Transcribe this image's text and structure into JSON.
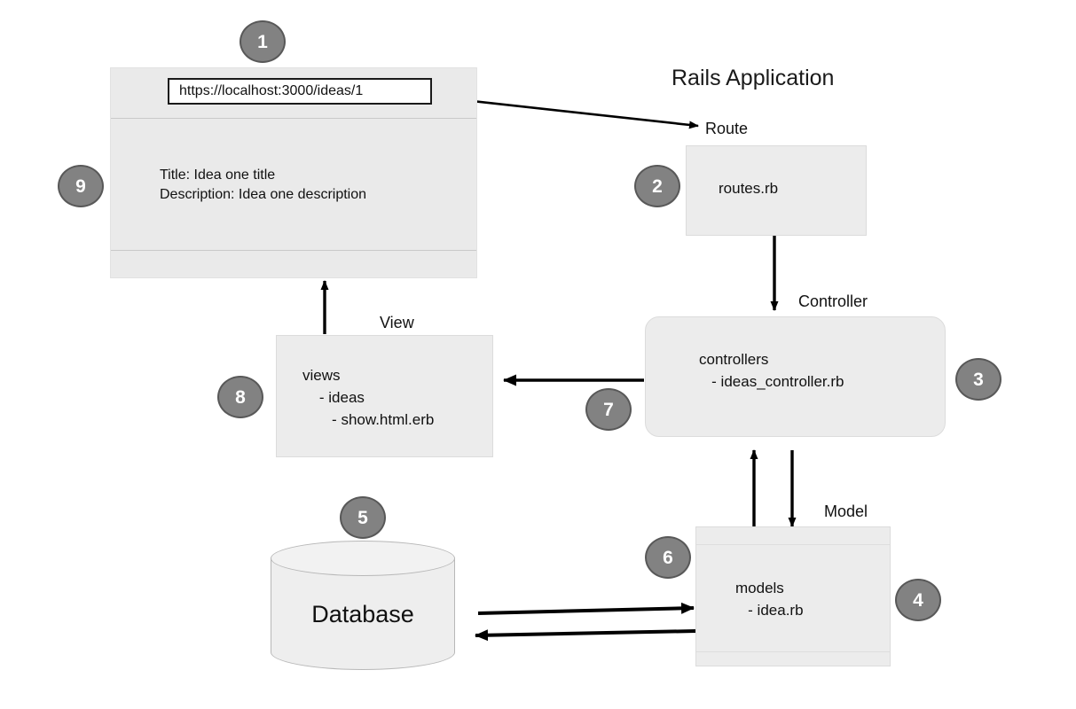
{
  "diagram": {
    "title": "Rails Application",
    "background_color": "#ffffff",
    "badge_color": "#828282",
    "badge_border_color": "#585858",
    "box_color": "#ececec",
    "browser_color": "#eaeaea"
  },
  "browser": {
    "url": "https://localhost:3000/ideas/1",
    "page_lines": "Title: Idea one title\nDescription: Idea one description"
  },
  "nodes": {
    "route": {
      "caption": "Route",
      "body": "routes.rb"
    },
    "controller": {
      "caption": "Controller",
      "body": "controllers\n   - ideas_controller.rb"
    },
    "view": {
      "caption": "View",
      "body": "views\n    - ideas\n       - show.html.erb"
    },
    "model": {
      "caption": "Model",
      "body": "models\n   - idea.rb"
    },
    "database": {
      "label": "Database"
    }
  },
  "badges": [
    {
      "id": "1",
      "label": "1"
    },
    {
      "id": "2",
      "label": "2"
    },
    {
      "id": "3",
      "label": "3"
    },
    {
      "id": "4",
      "label": "4"
    },
    {
      "id": "5",
      "label": "5"
    },
    {
      "id": "6",
      "label": "6"
    },
    {
      "id": "7",
      "label": "7"
    },
    {
      "id": "8",
      "label": "8"
    },
    {
      "id": "9",
      "label": "9"
    }
  ]
}
